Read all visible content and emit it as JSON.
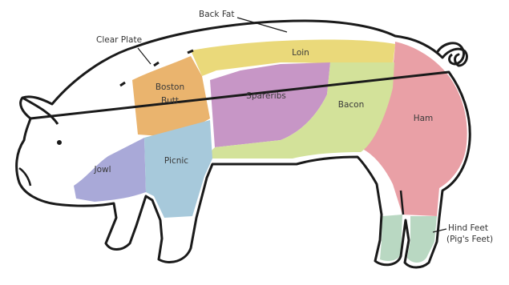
{
  "colors": {
    "outline": "#1a1a1a",
    "back_fat": "#ffffff",
    "clear_plate": "#ffffff",
    "loin": "#ead97a",
    "boston_butt": "#eab46e",
    "spareribs": "#c796c6",
    "bacon": "#d3e29a",
    "ham": "#e9a0a6",
    "jowl": "#a9a9d8",
    "picnic": "#a7c9db",
    "hind_feet": "#b9d8c2"
  },
  "labels": {
    "back_fat": "Back Fat",
    "clear_plate": "Clear Plate",
    "loin": "Loin",
    "boston_butt_line1": "Boston",
    "boston_butt_line2": "Butt",
    "spareribs": "Spareribs",
    "bacon": "Bacon",
    "ham": "Ham",
    "jowl": "Jowl",
    "picnic": "Picnic",
    "hind_feet_line1": "Hind Feet",
    "hind_feet_line2": "(Pig's Feet)"
  }
}
